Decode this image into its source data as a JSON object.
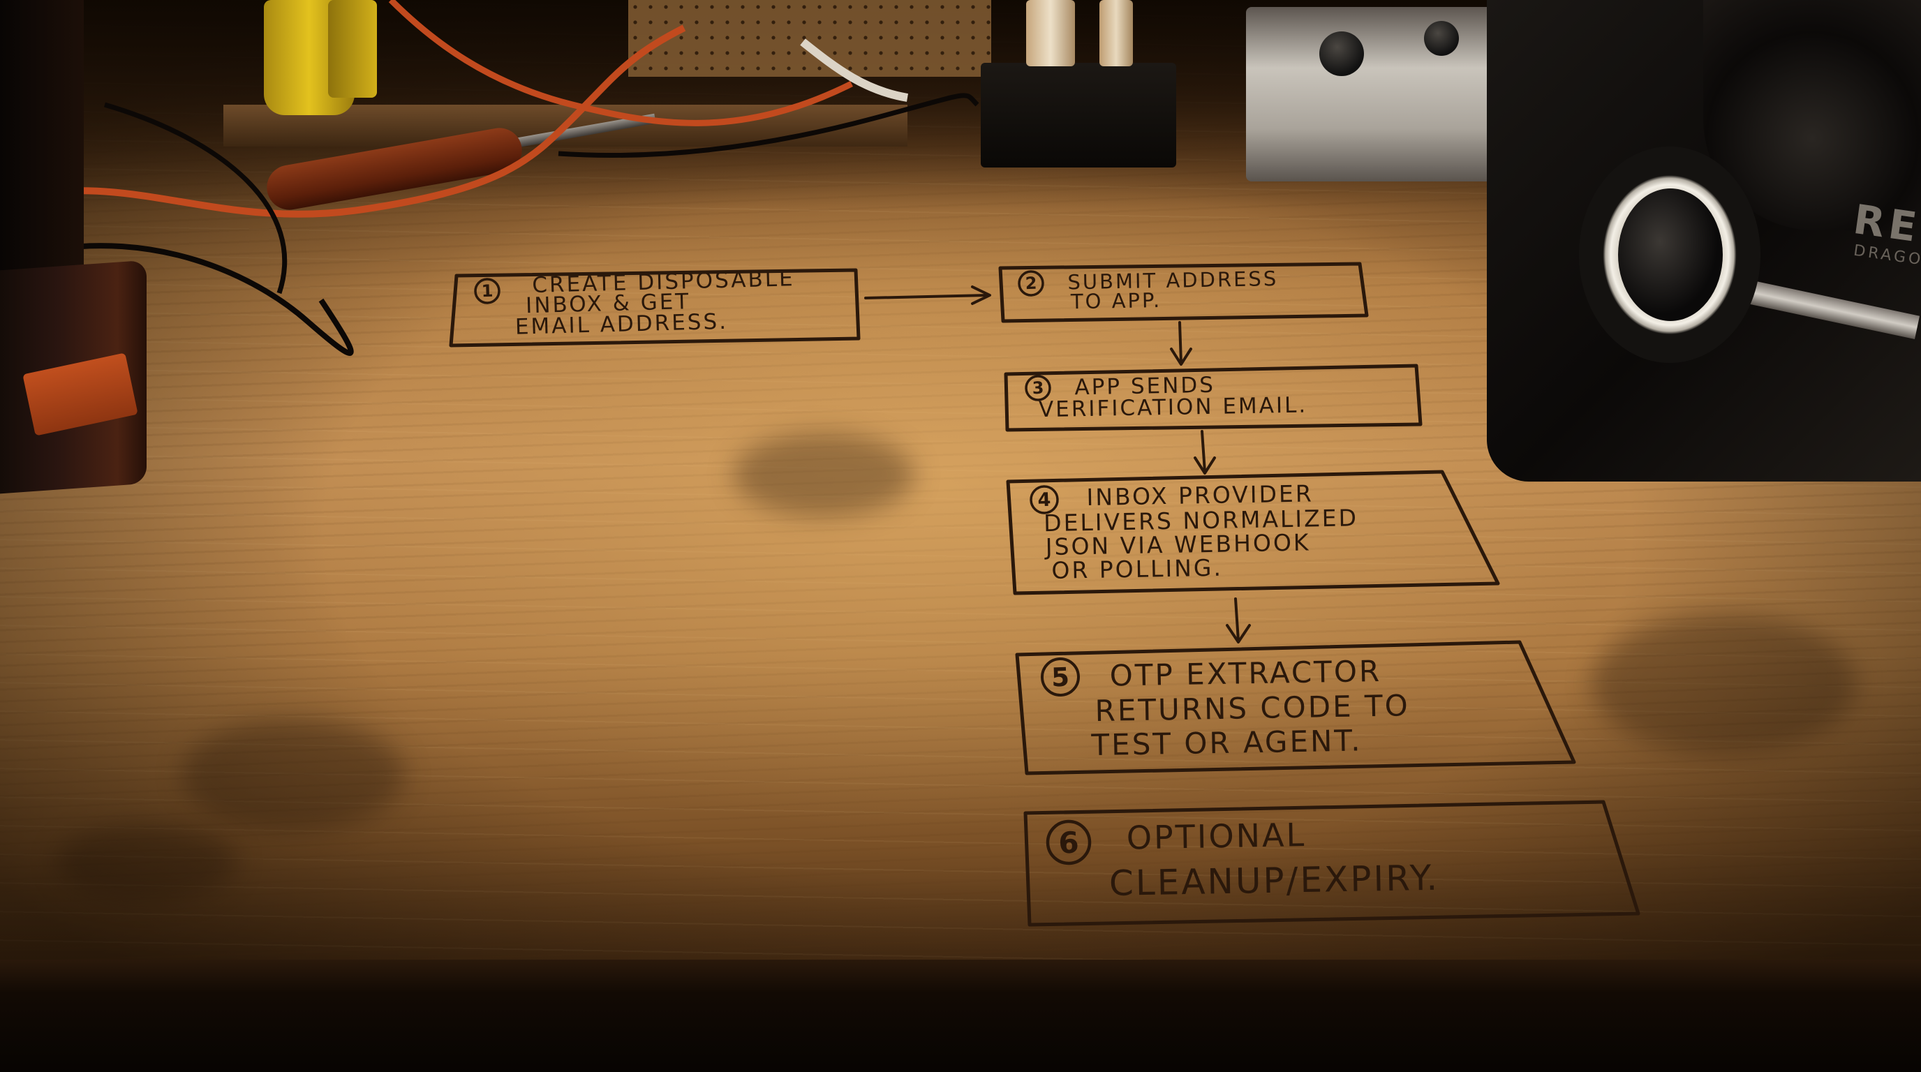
{
  "scene": {
    "setting": "workbench",
    "ink_color": "#2a180b",
    "wood_color": "#c08c52",
    "icons": [
      "battery-pack-icon",
      "screwdriver-icon",
      "cable-icon",
      "cinema-camera-icon",
      "yellow-tool-icon",
      "electronics-box-icon"
    ]
  },
  "camera": {
    "brand_text": "RED",
    "sub_text": "DRAGON"
  },
  "diagram": {
    "steps": [
      {
        "number": "1",
        "lines": [
          "CREATE DISPOSABLE",
          "INBOX & GET",
          "EMAIL ADDRESS."
        ]
      },
      {
        "number": "2",
        "lines": [
          "SUBMIT ADDRESS",
          "TO APP."
        ]
      },
      {
        "number": "3",
        "lines": [
          "APP SENDS",
          "VERIFICATION EMAIL."
        ]
      },
      {
        "number": "4",
        "lines": [
          "INBOX PROVIDER",
          "DELIVERS NORMALIZED",
          "JSON VIA WEBHOOK",
          "OR POLLING."
        ]
      },
      {
        "number": "5",
        "lines": [
          "OTP EXTRACTOR",
          "RETURNS CODE TO",
          "TEST OR AGENT."
        ]
      },
      {
        "number": "6",
        "lines": [
          "OPTIONAL",
          "CLEANUP/EXPIRY."
        ]
      }
    ]
  }
}
